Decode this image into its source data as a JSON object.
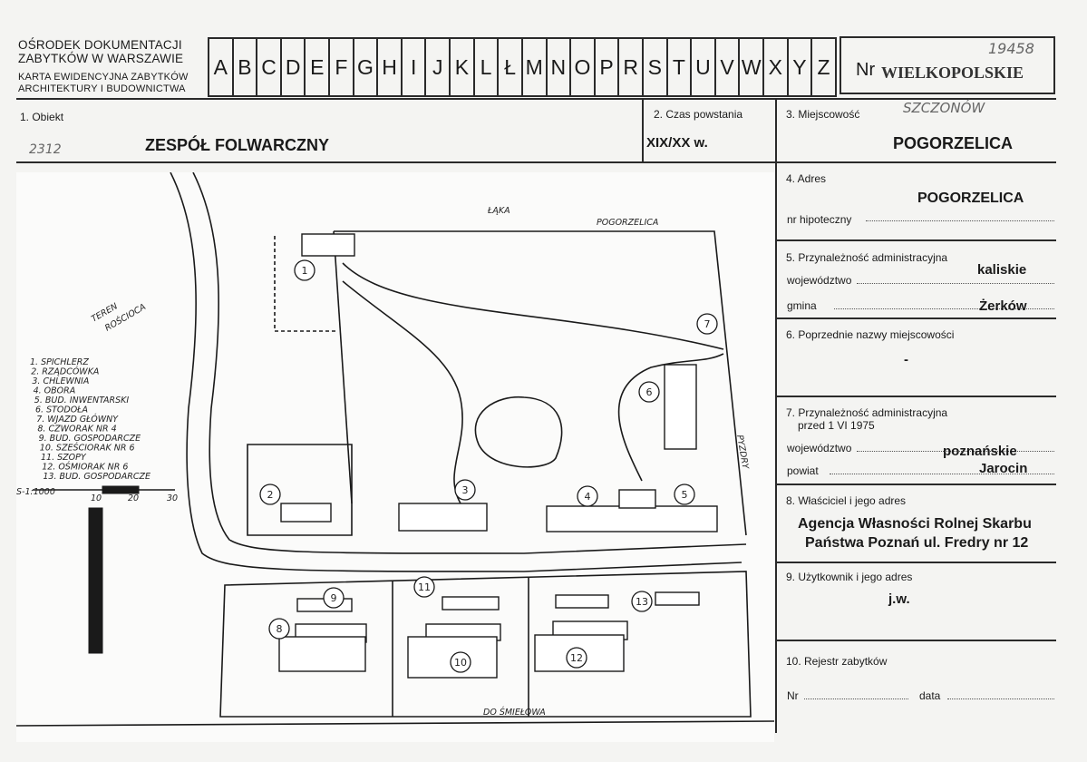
{
  "institution": {
    "line1": "OŚRODEK DOKUMENTACJI",
    "line2": "ZABYTKÓW W WARSZAWIE",
    "line3": "KARTA EWIDENCYJNA ZABYTKÓW",
    "line4": "ARCHITEKTURY I BUDOWNICTWA"
  },
  "alphabet": [
    "A",
    "B",
    "C",
    "D",
    "E",
    "F",
    "G",
    "H",
    "I",
    "J",
    "K",
    "L",
    "Ł",
    "M",
    "N",
    "O",
    "P",
    "R",
    "S",
    "T",
    "U",
    "V",
    "W",
    "X",
    "Y",
    "Z"
  ],
  "nr": {
    "label": "Nr",
    "value": "WIELKOPOLSKIE",
    "handwritten": "19458"
  },
  "fields": {
    "obiekt": {
      "label": "1. Obiekt",
      "value": "ZESPÓŁ FOLWARCZNY",
      "handwritten": "2312"
    },
    "czas": {
      "label": "2. Czas powstania",
      "value": "XIX/XX w."
    },
    "miejscowosc": {
      "label": "3. Miejscowość",
      "value": "POGORZELICA",
      "handwritten": "SZCZONÓW"
    },
    "adres": {
      "label": "4. Adres",
      "value": "POGORZELICA",
      "hipoteczny_label": "nr hipoteczny"
    },
    "przynaleznosc": {
      "label": "5. Przynależność administracyjna",
      "woj_label": "województwo",
      "woj_value": "kaliskie",
      "gmina_label": "gmina",
      "gmina_value": "Żerków"
    },
    "poprzednie": {
      "label": "6. Poprzednie nazwy miejscowości",
      "value": "-"
    },
    "przed1975": {
      "label1": "7. Przynależność administracyjna",
      "label2": "przed 1 VI 1975",
      "woj_label": "województwo",
      "woj_value": "poznańskie",
      "powiat_label": "powiat",
      "powiat_value": "Jarocin"
    },
    "wlasciciel": {
      "label": "8. Właściciel i jego adres",
      "line1": "Agencja Własności Rolnej Skarbu",
      "line2": "Państwa Poznań ul. Fredry nr 12"
    },
    "uzytkownik": {
      "label": "9. Użytkownik i jego adres",
      "value": "j.w."
    },
    "rejestr": {
      "label": "10. Rejestr zabytków",
      "nr_label": "Nr",
      "data_label": "data"
    }
  },
  "map": {
    "legend": [
      "1. SPICHLERZ",
      "2. RZĄDCÓWKA",
      "3. CHLEWNIA",
      "4. OBORA",
      "5. BUD. INWENTARSKI",
      "6. STODOŁA",
      "7. WJAZD GŁÓWNY",
      "8. CZWORAK NR 4",
      "9. BUD. GOSPODARCZE",
      "10. SZEŚCIORAK NR 6",
      "11. SZOPY",
      "12. OŚMIORAK NR 6",
      "13. BUD. GOSPODARCZE"
    ],
    "scale_label": "S-1:1000",
    "scale_ticks": [
      "10",
      "20",
      "30"
    ],
    "labels": {
      "laka": "ŁĄKA",
      "pogorzelica": "POGORZELICA",
      "teren": "TEREN",
      "rosciocha": "ROŚCIOCA",
      "pyzdry": "PYZDRY",
      "smielowa": "DO ŚMIEŁOWA"
    },
    "numbers": [
      "1",
      "2",
      "3",
      "4",
      "5",
      "6",
      "7",
      "8",
      "9",
      "10",
      "11",
      "12",
      "13"
    ]
  }
}
